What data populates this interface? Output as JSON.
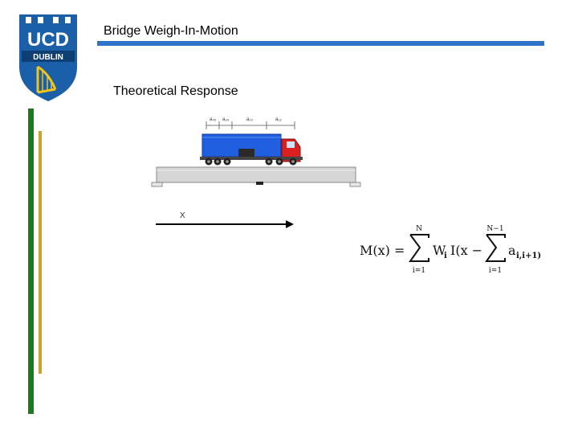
{
  "logo": {
    "line1": "UCD",
    "line2": "DUBLIN",
    "colors": {
      "shield": "#1a5fa8",
      "harp": "#f0c419",
      "band": "#0d3f73"
    }
  },
  "header": {
    "title": "Bridge Weigh-In-Motion",
    "bar_color": "#2f73c9"
  },
  "content": {
    "subtitle": "Theoretical Response",
    "spacings": [
      "a₄₅",
      "a₃₄",
      "a₂₃",
      "a₁₂"
    ],
    "x_label": "X",
    "formula": {
      "lhs": "M(x) =",
      "sum1_upper": "N",
      "sum1_lower": "i=1",
      "term1": "W",
      "term1_sub": "i",
      "term1_rest": "I(x −",
      "sum2_upper": "N−1",
      "sum2_lower": "i=1",
      "term2": "a",
      "term2_sub": "i,i+1)"
    }
  },
  "colors": {
    "accent_green": "#1a7a1a",
    "accent_gold": "#c9a227",
    "truck_trailer": "#1f5fe0",
    "truck_cab": "#d82020"
  }
}
